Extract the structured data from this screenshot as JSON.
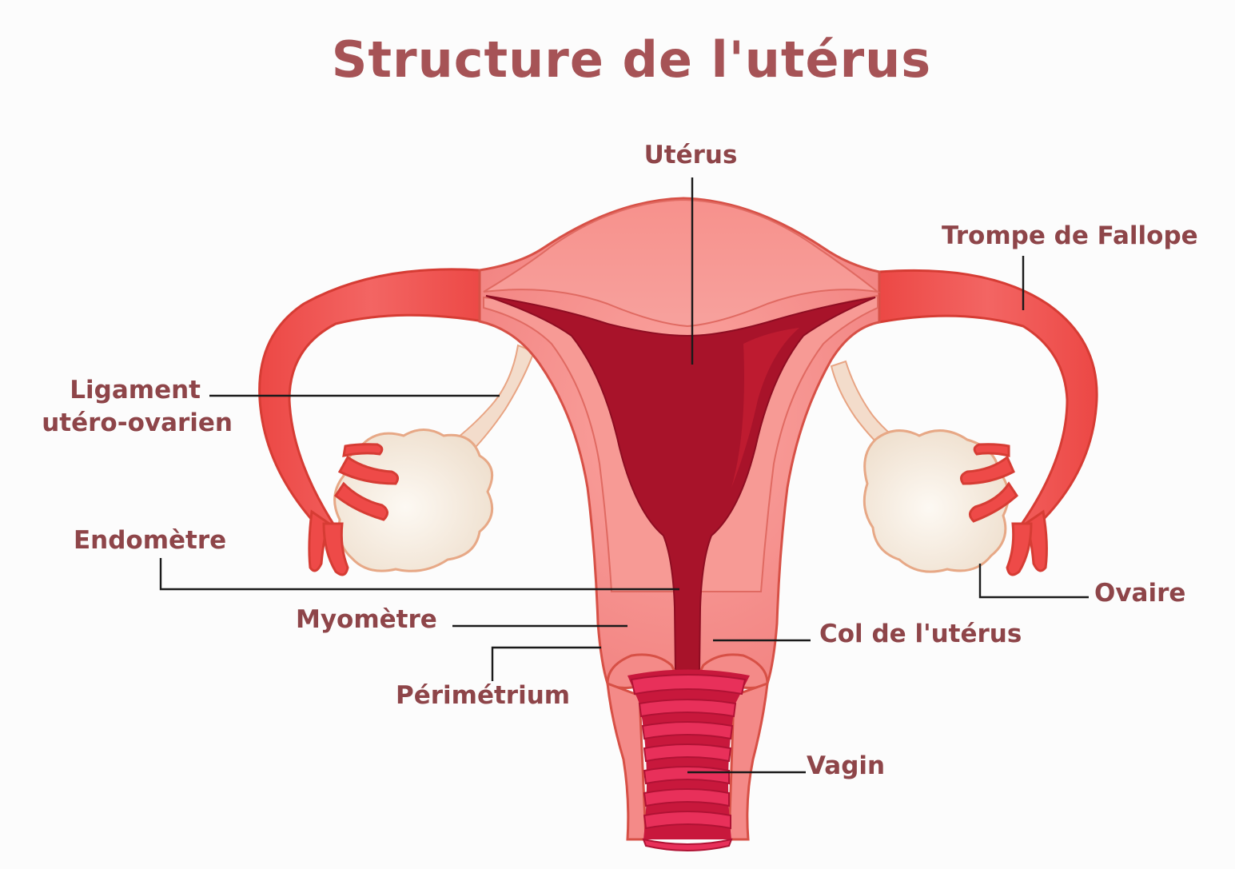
{
  "title": "Structure de l'utérus",
  "labels": {
    "uterus": "Utérus",
    "trompe": "Trompe de Fallope",
    "ligament_line1": "Ligament",
    "ligament_line2": "utéro-ovarien",
    "endometre": "Endomètre",
    "ovaire": "Ovaire",
    "myometre": "Myomètre",
    "col": "Col de l'utérus",
    "perimetrium": "Périmétrium",
    "vagin": "Vagin"
  },
  "colors": {
    "title": "#a65356",
    "label": "#8e4549",
    "tissue": "#f48a88",
    "tube": "#ee4a48",
    "cavity": "#a8132a",
    "ovary": "#f2e5d6",
    "vaginal_rings": "#e22d57"
  }
}
